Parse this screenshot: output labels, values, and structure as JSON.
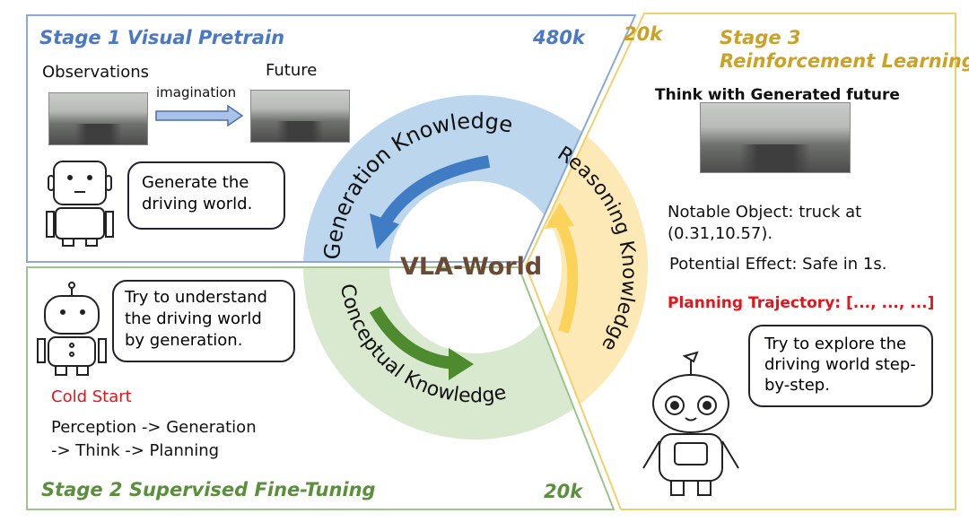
{
  "center_title": "VLA-World",
  "colors": {
    "stage1": "#4a78c4",
    "stage2": "#5a8f3c",
    "stage3": "#c9a227",
    "blue_ring": "#bcd6ee",
    "green_ring": "#d9e9cf",
    "yellow_ring": "#fde9b6",
    "red_text": "#e5141b"
  },
  "stage1": {
    "title": "Stage 1 Visual Pretrain",
    "count": "480k",
    "observations_label": "Observations",
    "future_label": "Future",
    "arrow_label": "imagination",
    "speech": "Generate the driving world.",
    "ring_label": "Generation Knowledge"
  },
  "stage2": {
    "title": "Stage 2 Supervised  Fine-Tuning",
    "count": "20k",
    "speech": "Try to understand the driving world by generation.",
    "cold_start": "Cold Start",
    "pipeline_line1": "Perception -> Generation",
    "pipeline_line2": "-> Think -> Planning",
    "ring_label": "Conceptual Knowledge"
  },
  "stage3": {
    "title_line1": "Stage 3",
    "title_line2": "Reinforcement Learning",
    "count": "20k",
    "subtitle": "Think with Generated future",
    "notable_line1": "Notable Object: truck at",
    "notable_line2": "(0.31,10.57).",
    "effect": "Potential Effect: Safe in 1s.",
    "planning": "Planning Trajectory: [..., ..., ...]",
    "speech": "Try to explore the driving world step-by-step.",
    "ring_label": "Reasoning Knowledge"
  }
}
